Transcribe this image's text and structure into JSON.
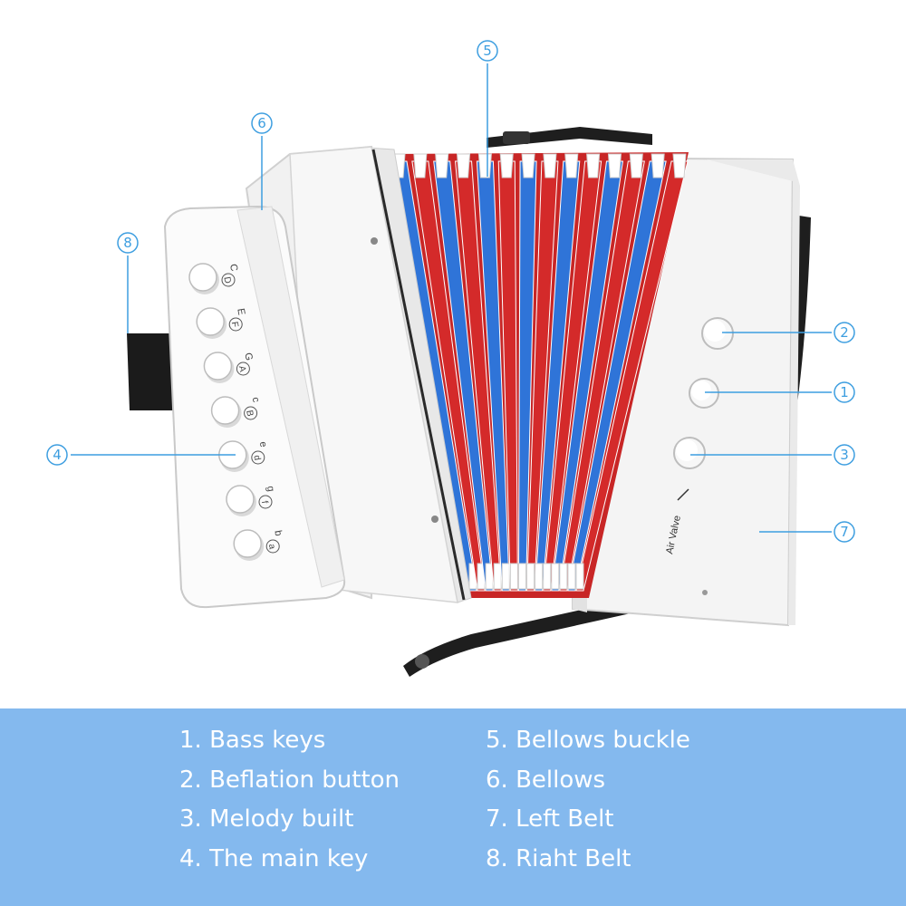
{
  "callouts": [
    {
      "id": "1",
      "glyph": "①"
    },
    {
      "id": "2",
      "glyph": "②"
    },
    {
      "id": "3",
      "glyph": "③"
    },
    {
      "id": "4",
      "glyph": "④"
    },
    {
      "id": "5",
      "glyph": "⑤"
    },
    {
      "id": "6",
      "glyph": "⑥"
    },
    {
      "id": "7",
      "glyph": "⑦"
    },
    {
      "id": "8",
      "glyph": "⑧"
    }
  ],
  "note_labels": [
    {
      "name": "C",
      "circled": "D"
    },
    {
      "name": "E",
      "circled": "F"
    },
    {
      "name": "G",
      "circled": "A"
    },
    {
      "name": "c",
      "circled": "B"
    },
    {
      "name": "e",
      "circled": "d"
    },
    {
      "name": "g",
      "circled": "f"
    },
    {
      "name": "b",
      "circled": "a"
    }
  ],
  "body_text": {
    "air_valve": "Air Valve"
  },
  "legend": {
    "left": [
      "1. Bass keys",
      "2. Beflation button",
      "3. Melody built",
      "4. The main key"
    ],
    "right": [
      "5. Bellows buckle",
      "6. Bellows",
      "7. Left Belt",
      "8. Riaht Belt"
    ]
  },
  "colors": {
    "legend_background": "#84b9ee",
    "callout": "#3d9ee0",
    "bellows_red": "#d42a2a",
    "bellows_blue": "#2f74d8",
    "belt": "#1e1e1e"
  }
}
